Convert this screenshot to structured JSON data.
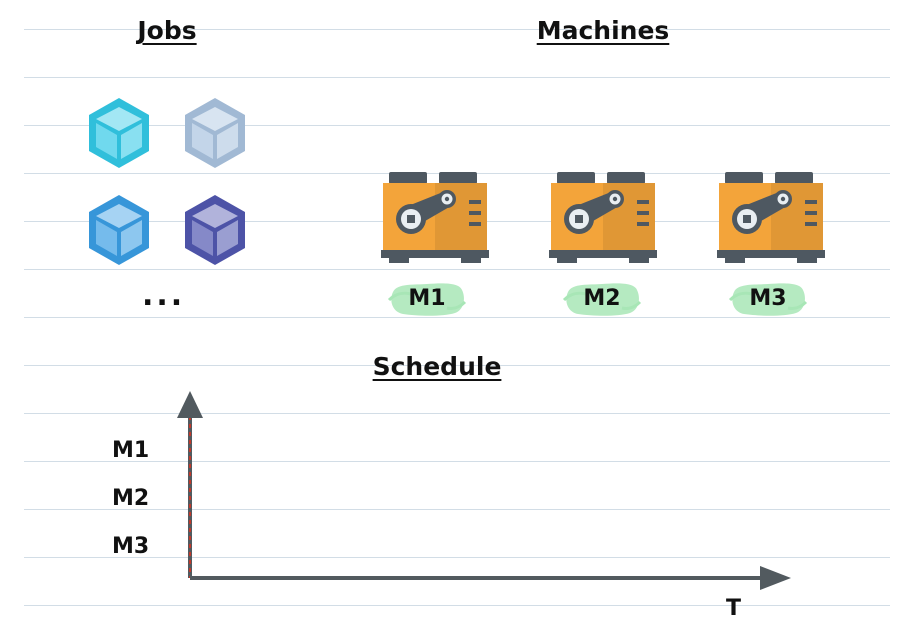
{
  "headings": {
    "jobs": "Jobs",
    "machines": "Machines",
    "schedule": "Schedule"
  },
  "jobs": {
    "cubes": [
      {
        "name": "job-cube-cyan",
        "color": "#33c9e6"
      },
      {
        "name": "job-cube-gray",
        "color": "#a9c3df"
      },
      {
        "name": "job-cube-blue",
        "color": "#3a9ee4"
      },
      {
        "name": "job-cube-indigo",
        "color": "#5157b0"
      }
    ],
    "more": "..."
  },
  "machines": [
    {
      "label": "M1"
    },
    {
      "label": "M2"
    },
    {
      "label": "M3"
    }
  ],
  "schedule": {
    "row_labels": [
      "M1",
      "M2",
      "M3"
    ],
    "x_axis_label": "T"
  },
  "colors": {
    "machine_body": "#f3a43a",
    "machine_dark": "#4e5861",
    "label_highlight": "#a8e6b6",
    "axis": "#525a5f",
    "axis_dash": "#c0392b"
  }
}
